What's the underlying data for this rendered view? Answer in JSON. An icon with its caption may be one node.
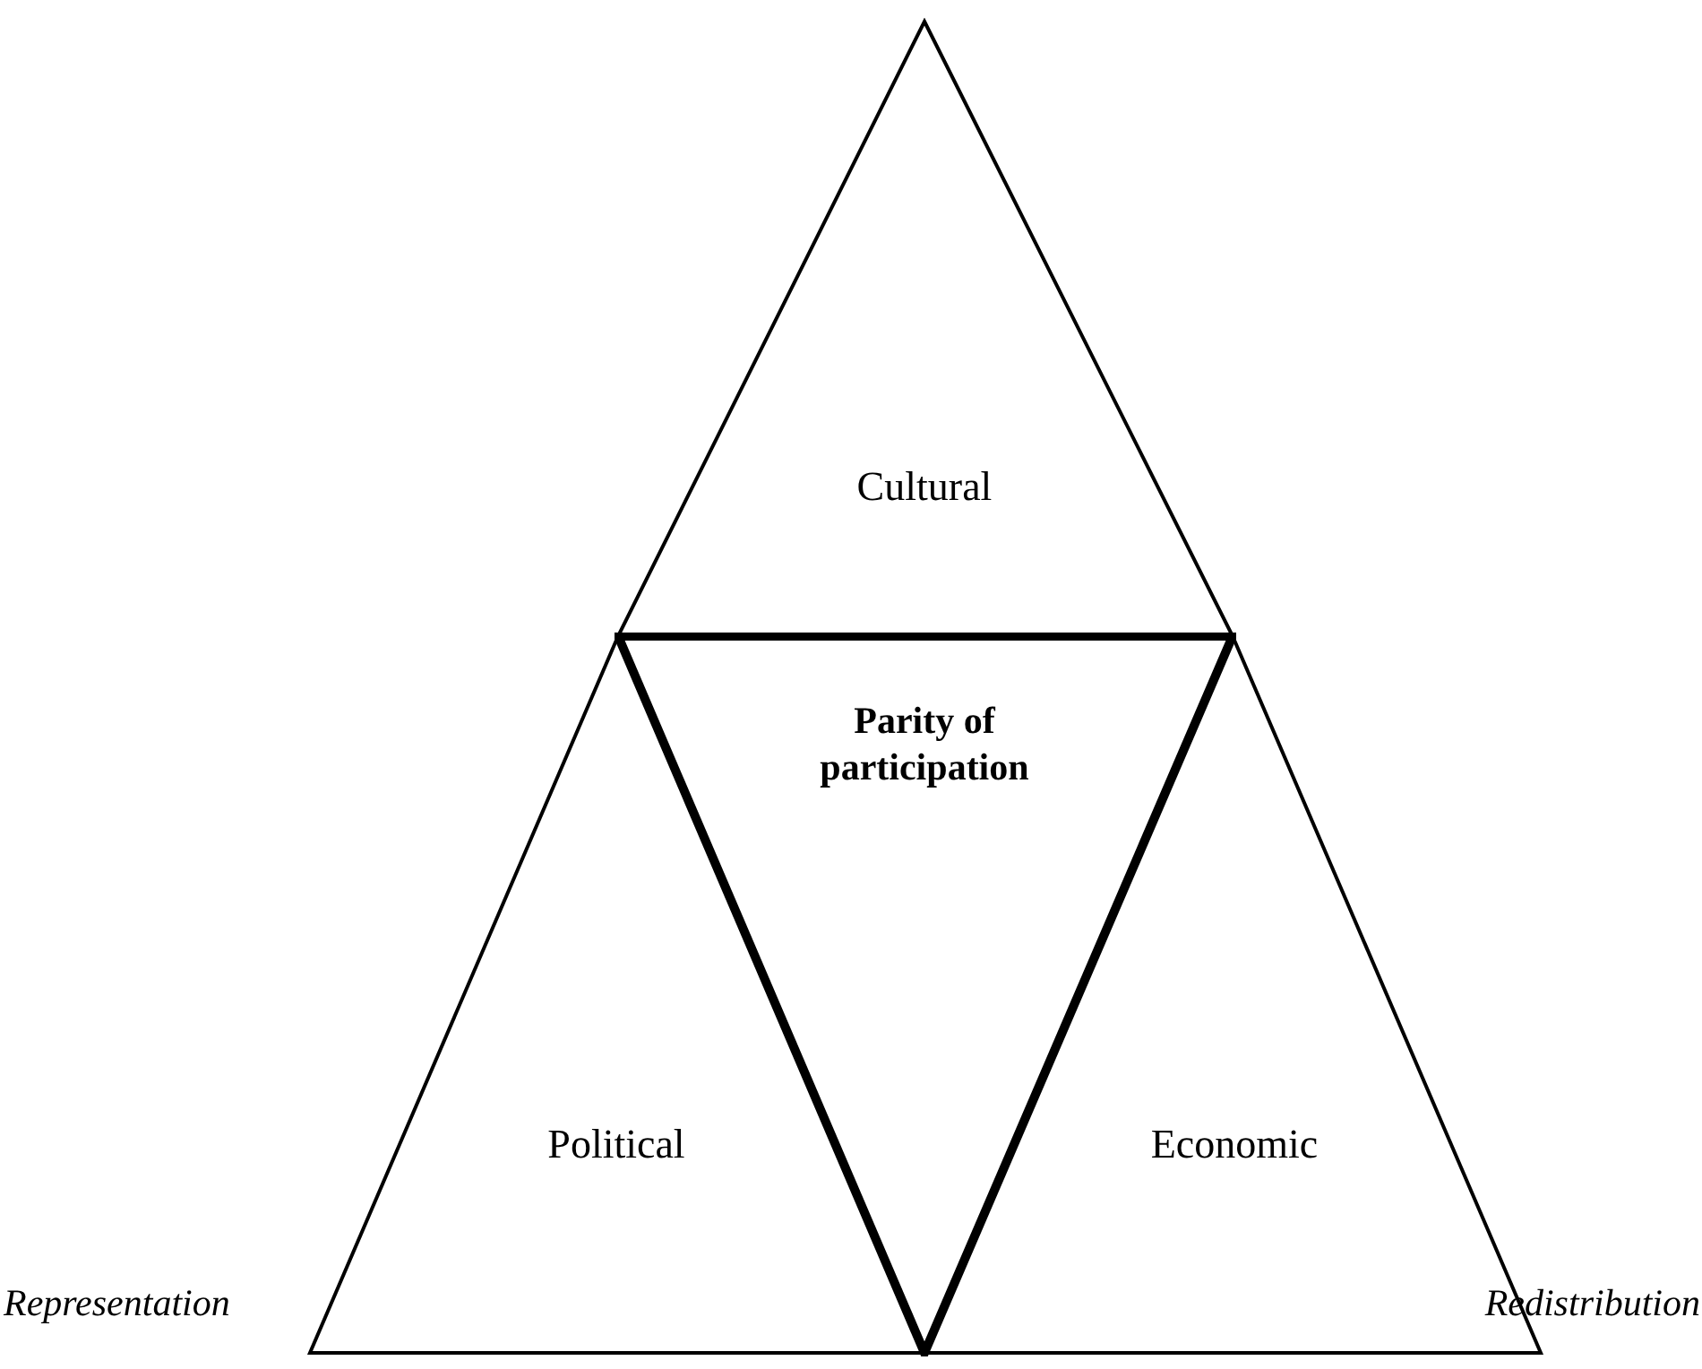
{
  "diagram": {
    "nodes": [
      {
        "text": [
          "Cultural"
        ]
      },
      {
        "text": [
          "Parity of participation"
        ]
      },
      {
        "text": [
          "Political"
        ]
      },
      {
        "text": [
          "Economic"
        ]
      }
    ],
    "labels": [
      "Representation",
      "Redistribution"
    ]
  }
}
